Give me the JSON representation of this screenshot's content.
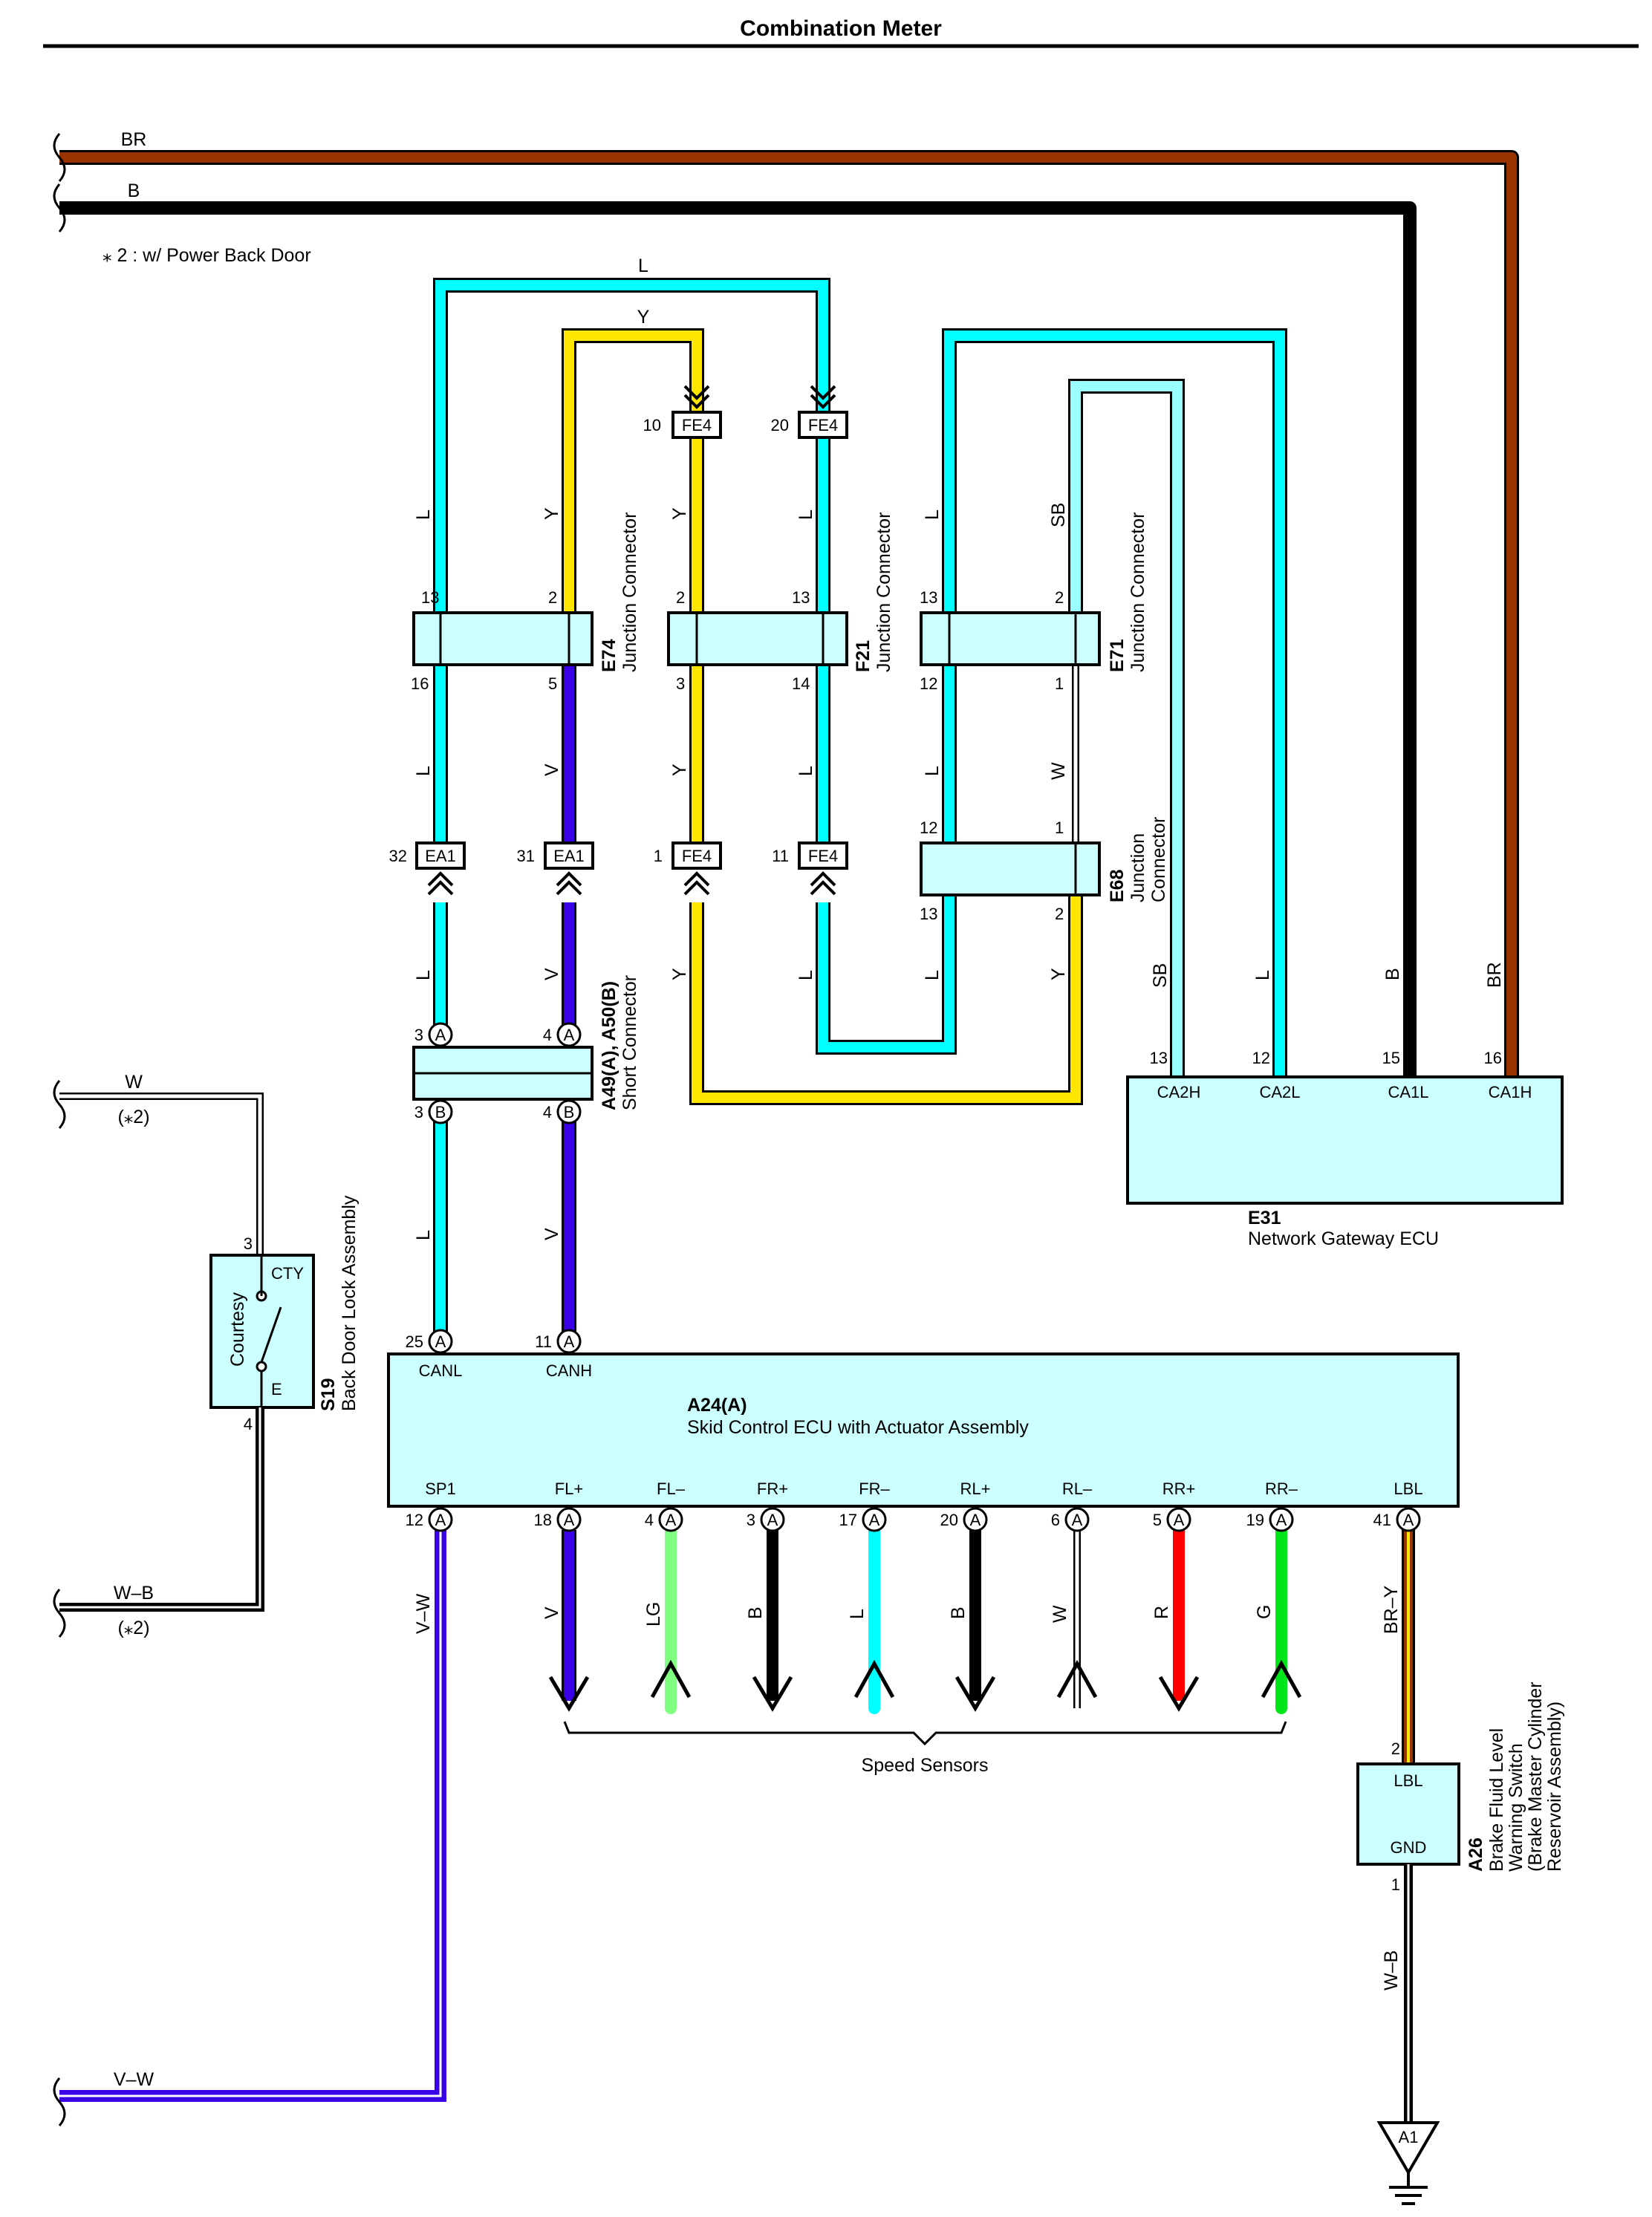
{
  "title": "Combination Meter",
  "note": "⁎ 2 : w/ Power Back Door",
  "colors": {
    "L": "#00ffff",
    "Y": "#ffe600",
    "V": "#3a00e6",
    "SB": "#99ffff",
    "BR": "#993300",
    "B": "#000000",
    "W": "#ffffff",
    "LG": "#80ff80",
    "R": "#ff0000",
    "G": "#00e61a",
    "box": "#ccffff"
  },
  "wires": {
    "BR": "BR",
    "B": "B",
    "L": "L",
    "Y": "Y",
    "V": "V",
    "SB": "SB",
    "W": "W",
    "V_W": "V–W",
    "W_B": "W–B",
    "BR_Y": "BR–Y",
    "LG": "LG",
    "R": "R",
    "G": "G",
    "star2": "(⁎2)"
  },
  "connectors": {
    "fe4": "FE4",
    "ea1": "EA1",
    "A": "A",
    "B": "B",
    "a1": "A1",
    "pins": {
      "p1": "1",
      "p2": "2",
      "p3": "3",
      "p4": "4",
      "p5": "5",
      "p6": "6",
      "p10": "10",
      "p11": "11",
      "p12": "12",
      "p13": "13",
      "p14": "14",
      "p15": "15",
      "p16": "16",
      "p17": "17",
      "p18": "18",
      "p19": "19",
      "p20": "20",
      "p25": "25",
      "p31": "31",
      "p32": "32",
      "p41": "41"
    }
  },
  "e74": {
    "code": "E74",
    "name": "Junction Connector"
  },
  "f21": {
    "code": "F21",
    "name": "Junction Connector"
  },
  "e71": {
    "code": "E71",
    "name": "Junction Connector"
  },
  "e68": {
    "code": "E68",
    "name1": "Junction",
    "name2": "Connector"
  },
  "a49": {
    "code": "A49(A), A50(B)",
    "name": "Short Connector"
  },
  "e31": {
    "code": "E31",
    "name": "Network Gateway ECU",
    "terminals": [
      "CA2H",
      "CA2L",
      "CA1L",
      "CA1H"
    ]
  },
  "a24": {
    "code": "A24(A)",
    "name": "Skid Control ECU with Actuator Assembly",
    "canl": "CANL",
    "canh": "CANH",
    "terminals": [
      "SP1",
      "FL+",
      "FL–",
      "FR+",
      "FR–",
      "RL+",
      "RL–",
      "RR+",
      "RR–",
      "LBL"
    ]
  },
  "s19": {
    "code": "S19",
    "name": "Back Door Lock Assembly",
    "inner": "Courtesy",
    "cty": "CTY",
    "e": "E"
  },
  "a26": {
    "code": "A26",
    "lines": [
      "Brake Fluid Level",
      "Warning Switch",
      "(Brake Master Cylinder",
      "Reservoir Assembly)"
    ],
    "lbl": "LBL",
    "gnd": "GND"
  },
  "speed_sensors": "Speed Sensors"
}
